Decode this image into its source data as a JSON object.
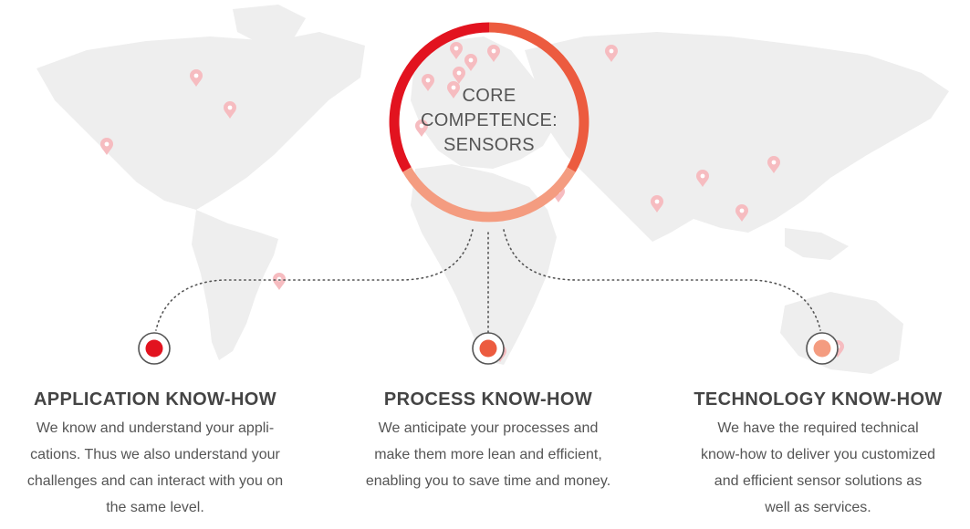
{
  "core": {
    "lines": [
      "CORE",
      "COMPETENCE:",
      "SENSORS"
    ]
  },
  "colors": {
    "red": "#e2131f",
    "orange": "#ec5b3f",
    "peach": "#f49c80",
    "map": "#eeeeee",
    "pin": "#f6bcc0",
    "heading": "#444444",
    "body": "#555555"
  },
  "columns": [
    {
      "title": "APPLICATION KNOW-HOW",
      "lines": [
        "We know and understand your appli-",
        "cations. Thus we also understand your",
        "challenges and can interact with you on",
        "the same level."
      ]
    },
    {
      "title": "PROCESS KNOW-HOW",
      "lines": [
        "We anticipate your processes and",
        "make them more lean and efficient,",
        "enabling you to save time and money."
      ]
    },
    {
      "title": "TECHNOLOGY KNOW-HOW",
      "lines": [
        "We have the required technical",
        "know-how to deliver you customized",
        "and efficient sensor solutions as",
        "well as services."
      ]
    }
  ]
}
